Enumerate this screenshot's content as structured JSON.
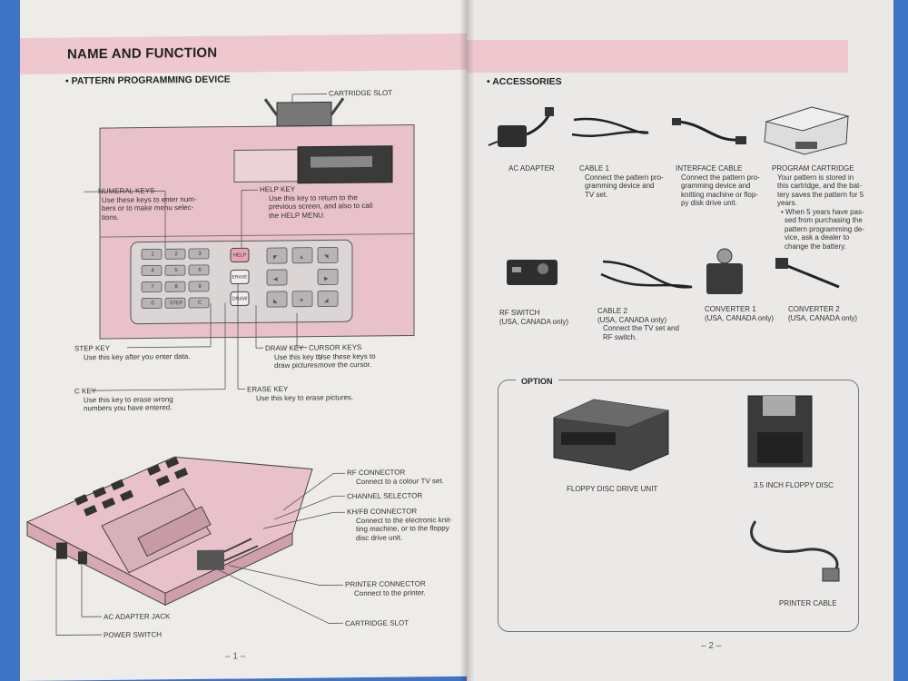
{
  "left_page": {
    "title": "NAME AND FUNCTION",
    "section": "• PATTERN PROGRAMMING DEVICE",
    "labels": {
      "cartridge_slot_top": "CARTRIDGE SLOT",
      "numeral_keys": {
        "name": "NUMERAL KEYS",
        "desc": [
          "Use these keys to enter num-",
          "bers or to make menu selec-",
          "tions."
        ]
      },
      "help_key": {
        "name": "HELP KEY",
        "desc": [
          "Use this key to return to the",
          "previous screen, and also to call",
          "the HELP MENU."
        ]
      },
      "step_key": {
        "name": "STEP KEY",
        "desc": [
          "Use this key after you enter data."
        ]
      },
      "draw_key": {
        "name": "DRAW KEY",
        "desc": [
          "Use this key to",
          "draw pictures."
        ]
      },
      "cursor_keys": {
        "name": "CURSOR KEYS",
        "desc": [
          "Use these keys to",
          "move the cursor."
        ]
      },
      "c_key": {
        "name": "C KEY",
        "desc": [
          "Use this key to erase wrong",
          "numbers you have entered."
        ]
      },
      "erase_key": {
        "name": "ERASE KEY",
        "desc": [
          "Use this key to erase pictures."
        ]
      },
      "rf_connector": {
        "name": "RF CONNECTOR",
        "desc": [
          "Connect to a colour TV set."
        ]
      },
      "channel_selector": {
        "name": "CHANNEL SELECTOR",
        "desc": []
      },
      "khfb_connector": {
        "name": "KH/FB CONNECTOR",
        "desc": [
          "Connect to the electronic knit-",
          "ting machine, or to the floppy",
          "disc drive unit."
        ]
      },
      "printer_connector": {
        "name": "PRINTER CONNECTOR",
        "desc": [
          "Connect to the printer."
        ]
      },
      "ac_adapter_jack": "AC ADAPTER JACK",
      "power_switch": "POWER SWITCH",
      "cartridge_slot_bottom": "CARTRIDGE SLOT"
    },
    "keypad": [
      "1",
      "2",
      "3",
      "4",
      "5",
      "6",
      "7",
      "8",
      "9",
      "0",
      "STEP",
      "C"
    ],
    "function_keys": [
      "HELP",
      "ERASE",
      "DRAW"
    ],
    "page_number": "– 1 –"
  },
  "right_page": {
    "section": "• ACCESSORIES",
    "accessories": [
      {
        "name": "AC ADAPTER",
        "desc": []
      },
      {
        "name": "CABLE 1",
        "desc": [
          "Connect the pattern pro-",
          "gramming device and",
          "TV set."
        ]
      },
      {
        "name": "INTERFACE CABLE",
        "desc": [
          "Connect the pattern pro-",
          "gramming device and",
          "knitting machine or flop-",
          "py disk drive unit."
        ]
      },
      {
        "name": "PROGRAM CARTRIDGE",
        "desc": [
          "Your pattern is stored in",
          "this cartridge, and the bat-",
          "tery saves the pattern for 5",
          "years.",
          "• When 5 years have pas-",
          "sed from purchasing the",
          "pattern programming de-",
          "vice, ask a dealer to",
          "change the battery."
        ]
      },
      {
        "name": "RF SWITCH",
        "desc": [
          "(USA, CANADA only)"
        ]
      },
      {
        "name": "CABLE 2",
        "desc": [
          "(USA, CANADA only)",
          "Connect the TV set and",
          "RF switch."
        ]
      },
      {
        "name": "CONVERTER 1",
        "desc": [
          "(USA, CANADA only)"
        ]
      },
      {
        "name": "CONVERTER 2",
        "desc": [
          "(USA, CANADA only)"
        ]
      }
    ],
    "option_title": "OPTION",
    "options": [
      "FLOPPY DISC DRIVE UNIT",
      "3.5 INCH FLOPPY DISC",
      "PRINTER CABLE"
    ],
    "page_number": "– 2 –"
  },
  "colors": {
    "pink_band": "#efc7cf",
    "device_pink": "#e9c1ca",
    "paper": "#eeece9",
    "background_blue": "#3f73c4"
  }
}
